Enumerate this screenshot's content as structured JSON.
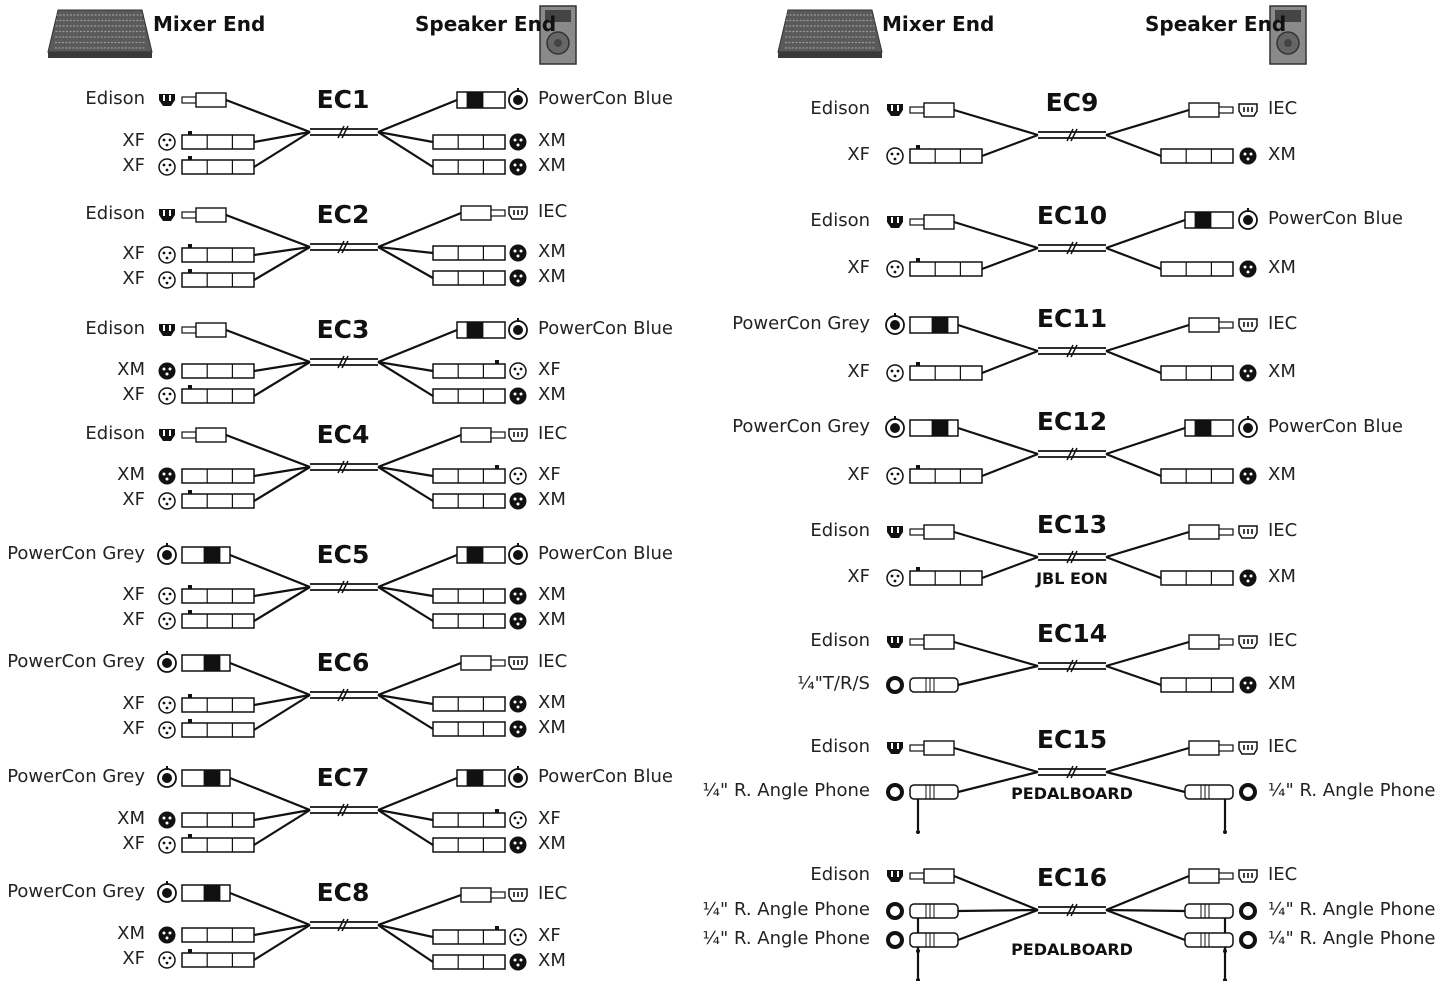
{
  "headers": {
    "mixer_end": "Mixer End",
    "speaker_end": "Speaker End"
  },
  "icons": {
    "mixer": "mixing-console-icon",
    "speaker": "speaker-cabinet-icon",
    "edison": "edison-plug-icon",
    "xlr_female": "xlr-female-icon",
    "xlr_male": "xlr-male-icon",
    "powercon": "powercon-icon",
    "iec": "iec-plug-icon",
    "quarter_inch": "quarter-inch-jack-icon"
  },
  "cables": [
    {
      "id": "EC1",
      "mixer": [
        "Edison",
        "XF",
        "XF"
      ],
      "speaker": [
        "PowerCon Blue",
        "XM",
        "XM"
      ]
    },
    {
      "id": "EC2",
      "mixer": [
        "Edison",
        "XF",
        "XF"
      ],
      "speaker": [
        "IEC",
        "XM",
        "XM"
      ]
    },
    {
      "id": "EC3",
      "mixer": [
        "Edison",
        "XM",
        "XF"
      ],
      "speaker": [
        "PowerCon Blue",
        "XF",
        "XM"
      ]
    },
    {
      "id": "EC4",
      "mixer": [
        "Edison",
        "XM",
        "XF"
      ],
      "speaker": [
        "IEC",
        "XF",
        "XM"
      ]
    },
    {
      "id": "EC5",
      "mixer": [
        "PowerCon Grey",
        "XF",
        "XF"
      ],
      "speaker": [
        "PowerCon Blue",
        "XM",
        "XM"
      ]
    },
    {
      "id": "EC6",
      "mixer": [
        "PowerCon Grey",
        "XF",
        "XF"
      ],
      "speaker": [
        "IEC",
        "XM",
        "XM"
      ]
    },
    {
      "id": "EC7",
      "mixer": [
        "PowerCon Grey",
        "XM",
        "XF"
      ],
      "speaker": [
        "PowerCon Blue",
        "XF",
        "XM"
      ]
    },
    {
      "id": "EC8",
      "mixer": [
        "PowerCon Grey",
        "XM",
        "XF"
      ],
      "speaker": [
        "IEC",
        "XF",
        "XM"
      ]
    },
    {
      "id": "EC9",
      "mixer": [
        "Edison",
        "XF"
      ],
      "speaker": [
        "IEC",
        "XM"
      ]
    },
    {
      "id": "EC10",
      "mixer": [
        "Edison",
        "XF"
      ],
      "speaker": [
        "PowerCon Blue",
        "XM"
      ]
    },
    {
      "id": "EC11",
      "mixer": [
        "PowerCon Grey",
        "XF"
      ],
      "speaker": [
        "IEC",
        "XM"
      ]
    },
    {
      "id": "EC12",
      "mixer": [
        "PowerCon Grey",
        "XF"
      ],
      "speaker": [
        "PowerCon Blue",
        "XM"
      ]
    },
    {
      "id": "EC13",
      "subtitle": "JBL EON",
      "mixer": [
        "Edison",
        "XF"
      ],
      "speaker": [
        "IEC",
        "XM"
      ]
    },
    {
      "id": "EC14",
      "mixer": [
        "Edison",
        "¼\"T/R/S"
      ],
      "speaker": [
        "IEC",
        "XM"
      ]
    },
    {
      "id": "EC15",
      "subtitle": "PEDALBOARD",
      "mixer": [
        "Edison",
        "¼\" R. Angle Phone"
      ],
      "speaker": [
        "IEC",
        "¼\" R. Angle Phone"
      ]
    },
    {
      "id": "EC16",
      "subtitle": "PEDALBOARD",
      "mixer": [
        "Edison",
        "¼\" R. Angle Phone",
        "¼\" R. Angle Phone"
      ],
      "speaker": [
        "IEC",
        "¼\" R. Angle Phone",
        "¼\" R. Angle Phone"
      ]
    }
  ]
}
